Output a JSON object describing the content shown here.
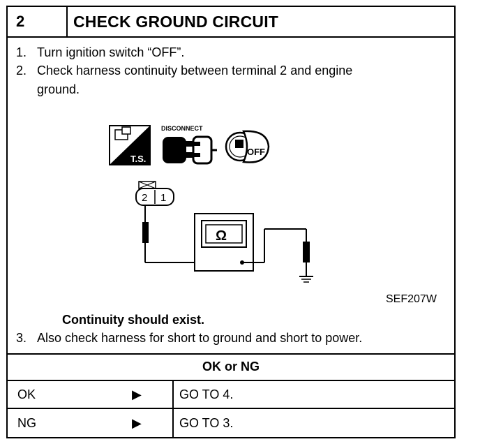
{
  "header": {
    "step_number": "2",
    "title": "CHECK GROUND CIRCUIT"
  },
  "instructions": [
    {
      "num": "1.",
      "text": "Turn ignition switch “OFF”."
    },
    {
      "num": "2.",
      "text": "Check harness continuity between terminal 2 and engine"
    },
    {
      "num": "",
      "text": "ground."
    }
  ],
  "figure": {
    "disconnect_label": "DISCONNECT",
    "ts_label": "T.S.",
    "off_label": "OFF",
    "ohm_symbol": "Ω",
    "terminal_2": "2",
    "terminal_1": "1",
    "figure_code": "SEF207W"
  },
  "result_note": "Continuity should exist.",
  "step3": {
    "num": "3.",
    "text": "Also check harness for short to ground and short to power."
  },
  "decision_heading": "OK or NG",
  "decisions": [
    {
      "label": "OK",
      "arrow": "▶",
      "action": "GO TO 4."
    },
    {
      "label": "NG",
      "arrow": "▶",
      "action": "GO TO 3."
    }
  ]
}
